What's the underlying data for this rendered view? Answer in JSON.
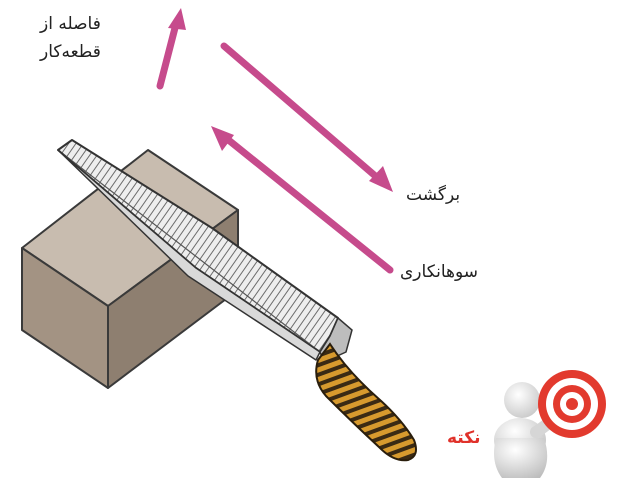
{
  "labels": {
    "distance_line1": "فاصله از",
    "distance_line2": "قطعه‌کار",
    "return_stroke": "برگشت",
    "filing_stroke": "سوهانکاری"
  },
  "note": {
    "label": "نکته",
    "icon": "target-person-icon"
  },
  "colors": {
    "arrow": "#c64b8c",
    "note_text": "#e0312a",
    "target_red": "#e23a2e",
    "block_face": "#b0a395",
    "handle_stripes": "#3a2a14",
    "handle_base": "#d79a2e"
  }
}
